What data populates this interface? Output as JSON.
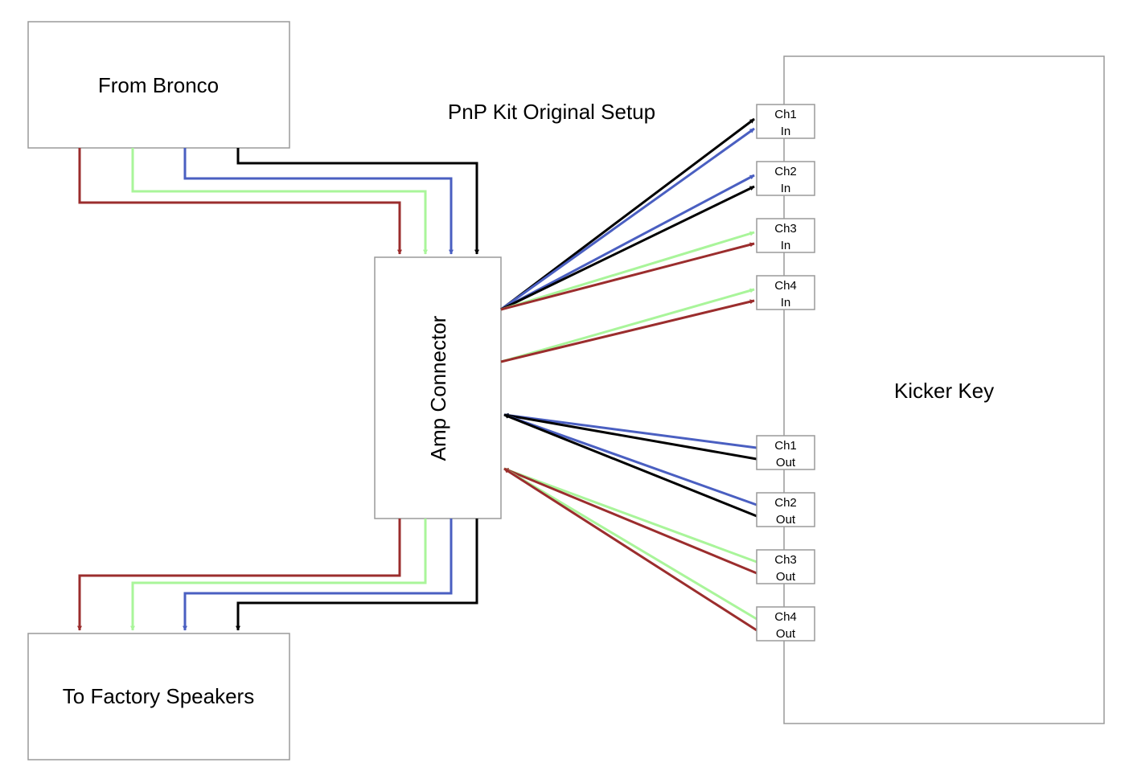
{
  "title": "PnP Kit Original Setup",
  "nodes": {
    "source": "From Bronco",
    "amp": "Amp Connector",
    "sink": "To Factory Speakers",
    "kicker": "Kicker Key"
  },
  "kicker_ports": {
    "in": [
      {
        "line1": "Ch1",
        "line2": "In"
      },
      {
        "line1": "Ch2",
        "line2": "In"
      },
      {
        "line1": "Ch3",
        "line2": "In"
      },
      {
        "line1": "Ch4",
        "line2": "In"
      }
    ],
    "out": [
      {
        "line1": "Ch1",
        "line2": "Out"
      },
      {
        "line1": "Ch2",
        "line2": "Out"
      },
      {
        "line1": "Ch3",
        "line2": "Out"
      },
      {
        "line1": "Ch4",
        "line2": "Out"
      }
    ]
  },
  "wire_colors": {
    "red": "#9b2d2d",
    "green": "#a9f59a",
    "blue": "#4a5fc1",
    "black": "#000000"
  },
  "box_border": "#9a9a9a"
}
